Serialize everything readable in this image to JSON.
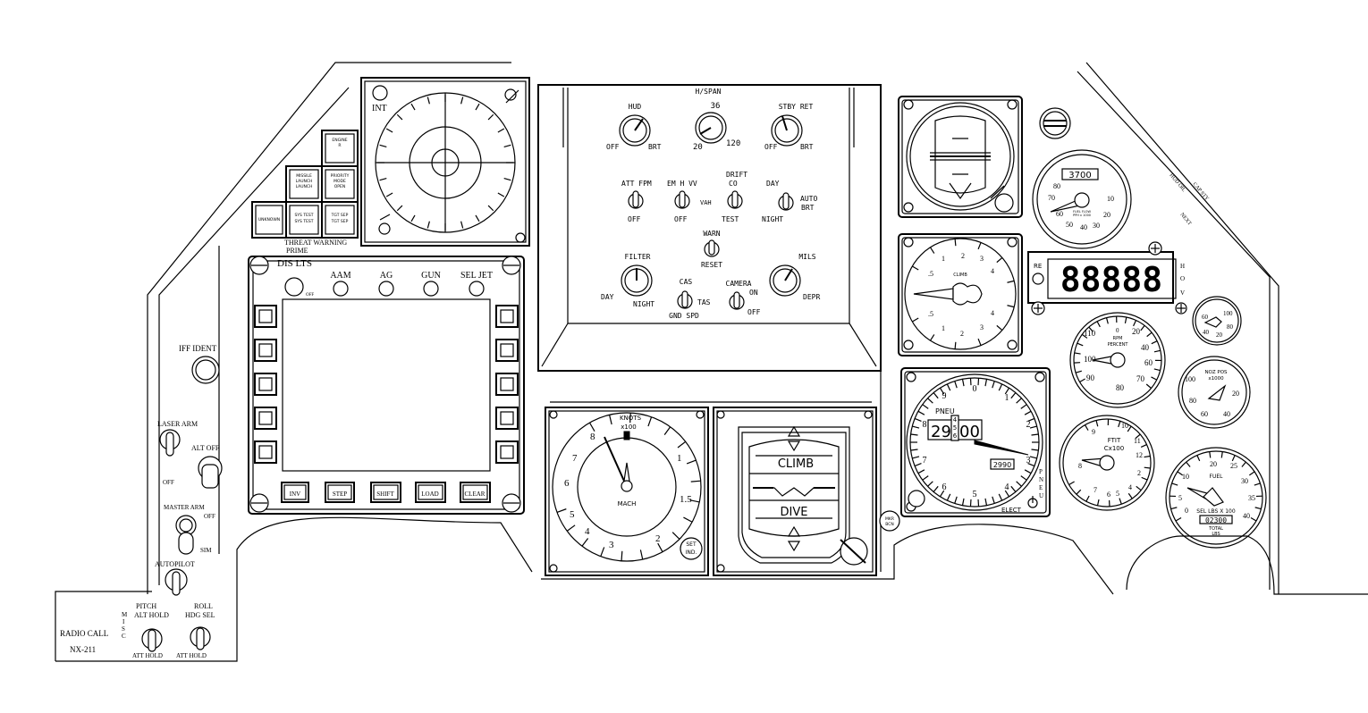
{
  "left_console": {
    "iff_ident": "IFF IDENT",
    "laser_arm": "LASER ARM",
    "off": "OFF",
    "alt_off": "ALT OFF",
    "master_arm": "MASTER ARM",
    "master_off": "OFF",
    "sim": "SIM",
    "autopilot": "AUTOPILOT",
    "pitch": "PITCH",
    "pitch_alt_hold": "ALT HOLD",
    "pitch_att_hold": "ATT HOLD",
    "misc": [
      "M",
      "I",
      "S",
      "C"
    ],
    "roll": "ROLL",
    "roll_hdg_sel": "HDG SEL",
    "roll_att_hold": "ATT HOLD",
    "radio_call": "RADIO CALL",
    "callsign": "NX-211"
  },
  "warning_lights": {
    "caption_1": "THREAT WARNING",
    "caption_2": "PRIME",
    "cells": [
      "ENGINE\nR",
      "MISSILE\nLAUNCH\nLAUNCH",
      "PRIORITY\nMODE\nOPEN",
      "UNKNOWN",
      "SYS TEST\nSYS TEST",
      "TGT SEP\nTGT SEP"
    ]
  },
  "rwr": {
    "int": "INT"
  },
  "mfd": {
    "title": "DIS LTS",
    "off": "OFF",
    "top_buttons": [
      "AAM",
      "AG",
      "GUN",
      "SEL JET"
    ],
    "bottom_buttons": [
      "INV",
      "STEP",
      "SHIFT",
      "LOAD",
      "CLEAR"
    ]
  },
  "ufc": {
    "hud": "HUD",
    "hud_off": "OFF",
    "hud_brt": "BRT",
    "hspan": "H/SPAN",
    "hspan_36": "36",
    "hspan_20": "20",
    "hspan_120": "120",
    "stby_ret": "STBY RET",
    "stby_off": "OFF",
    "stby_brt": "BRT",
    "att_fpm": "ATT FPM",
    "att_off": "OFF",
    "em_h_vv": "EM H VV",
    "em_off": "OFF",
    "vah": "VAH",
    "drift": "DRIFT",
    "co": "CO",
    "test": "TEST",
    "day": "DAY",
    "auto_brt": "AUTO\nBRT",
    "night": "NIGHT",
    "warn": "WARN",
    "reset": "RESET",
    "filter": "FILTER",
    "filter_day": "DAY",
    "filter_night": "NIGHT",
    "cas": "CAS",
    "tas": "TAS",
    "gnd_spd": "GND SPD",
    "camera": "CAMERA",
    "cam_on": "ON",
    "cam_off": "OFF",
    "mils": "MILS",
    "depr": "DEPR"
  },
  "airspeed": {
    "knots": "KNOTS",
    "x100": "x100",
    "mach": "MACH",
    "set": "SET\nIND",
    "numbers": [
      "8",
      "1",
      "7",
      "6",
      "1.5",
      "5",
      "4",
      "3",
      "2"
    ]
  },
  "adi": {
    "climb": "CLIMB",
    "dive": "DIVE"
  },
  "vvi": {
    "climb": "CLIMB",
    "numbers": [
      "1",
      "2",
      "3",
      "4",
      ".5",
      ".5",
      "4",
      "1",
      "2",
      "3"
    ]
  },
  "altimeter": {
    "pneu": "PNEU",
    "baro": "29.00",
    "baro_int": "29",
    "baro_frac": "00",
    "drum": [
      "4",
      "5",
      "6"
    ],
    "readout": "2990",
    "elect": "ELECT",
    "pneu_vertical": "P\nN\nE\nU",
    "numbers": [
      "0",
      "1",
      "2",
      "3",
      "4",
      "5",
      "6",
      "7",
      "8",
      "9"
    ]
  },
  "hud_oil": {
    "label_a": "HUD OIL",
    "label_b": "CAP STY",
    "label_c": "NEXT"
  },
  "fuel_flow": {
    "counter": "3700",
    "label": "FUEL FLOW\nPPH x 1000",
    "numbers": [
      "80",
      "10",
      "70",
      "20",
      "60",
      "30",
      "50",
      "40"
    ]
  },
  "digital": {
    "display": "88888",
    "left": "RE",
    "right": "H\nO\nV"
  },
  "rpm": {
    "label": "RPM\nPERCENT",
    "numbers": [
      "110",
      "20",
      "100",
      "40",
      "90",
      "60",
      "80",
      "70",
      "0"
    ]
  },
  "oil": {
    "numbers": [
      "60",
      "100",
      "40",
      "80",
      "20"
    ]
  },
  "noz": {
    "label": "NOZ POS\nx1000",
    "numbers": [
      "100",
      "80",
      "20",
      "60",
      "40"
    ]
  },
  "ftit": {
    "label": "FTIT\nCx100",
    "numbers": [
      "9",
      "10",
      "11",
      "8",
      "12",
      "7",
      "6",
      "5",
      "4",
      "2"
    ]
  },
  "fuel": {
    "label": "FUEL",
    "sel": "SEL LBS X 100",
    "total_digits": "02300",
    "total": "TOTAL\nLBS",
    "numbers": [
      "20",
      "25",
      "10",
      "30",
      "5",
      "35",
      "0",
      "40"
    ]
  },
  "marker": {
    "text": "MKR\nBCN"
  }
}
